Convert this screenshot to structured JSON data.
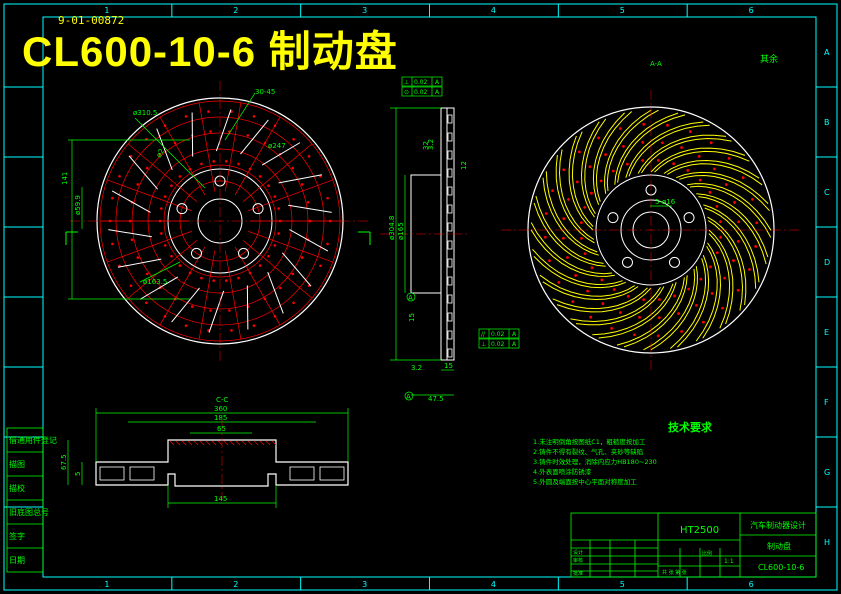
{
  "title": "CL600-10-6 制动盘",
  "drawing_no": "9-01-00872",
  "roughness_note": "其余",
  "colors": {
    "background": "#000000",
    "frame": "#00ffff",
    "outline": "#ffffff",
    "dimension": "#00ff00",
    "hatch": "#ff0000",
    "slots": "#ffff00",
    "title": "#ffff00"
  },
  "grid": {
    "columns": [
      "1",
      "2",
      "3",
      "4",
      "5",
      "6"
    ],
    "rows": [
      "A",
      "B",
      "C",
      "D",
      "E",
      "F",
      "G",
      "H"
    ]
  },
  "front_view": {
    "dims": [
      "ø310.5",
      "30-45",
      "ø247",
      "141",
      "ø59.9",
      "ø163.5",
      "ø2"
    ]
  },
  "side_view": {
    "tolerance_top": [
      {
        "sym": "⊥",
        "val": "0.02",
        "ref": "A"
      },
      {
        "sym": "⊙",
        "val": "0.02",
        "ref": "A"
      }
    ],
    "tolerance_bottom": [
      {
        "sym": "//",
        "val": "0.02",
        "ref": "A"
      },
      {
        "sym": "⊥",
        "val": "0.02",
        "ref": "A"
      }
    ],
    "dims": [
      "ø304.8",
      "ø165",
      "32",
      "3.2",
      "12",
      "3.2",
      "15",
      "47.5",
      "15",
      "A",
      "A"
    ]
  },
  "rear_view": {
    "label": "A-A",
    "dims": [
      "5-ø16"
    ]
  },
  "section_view": {
    "label": "C-C",
    "dims": [
      "360",
      "185",
      "65",
      "67.5",
      "5",
      "145"
    ]
  },
  "technical_requirements": {
    "heading": "技术要求",
    "items": [
      "1.未注明倒角按图纸C1，粗糙度按加工",
      "2.铸件不得有裂纹、气孔、夹砂等缺陷",
      "3.铸件时效处理，消除内应力HB180~230",
      "4.外表面喷涂防锈漆",
      "5.外圆及端面按中心平面对称度加工"
    ]
  },
  "title_block": {
    "material": "HT2500",
    "project": "汽车制动器设计",
    "part_name": "制动盘",
    "drawing_code": "CL600-10-6",
    "scale_label": "比例",
    "scale": "1:1",
    "sheet": "共 张 第 张",
    "designer": "设计",
    "checker": "审核",
    "approver": "批准"
  },
  "left_strip": [
    "借通用件登记",
    "描图",
    "描校",
    "旧底图总号",
    "签字",
    "日期"
  ]
}
